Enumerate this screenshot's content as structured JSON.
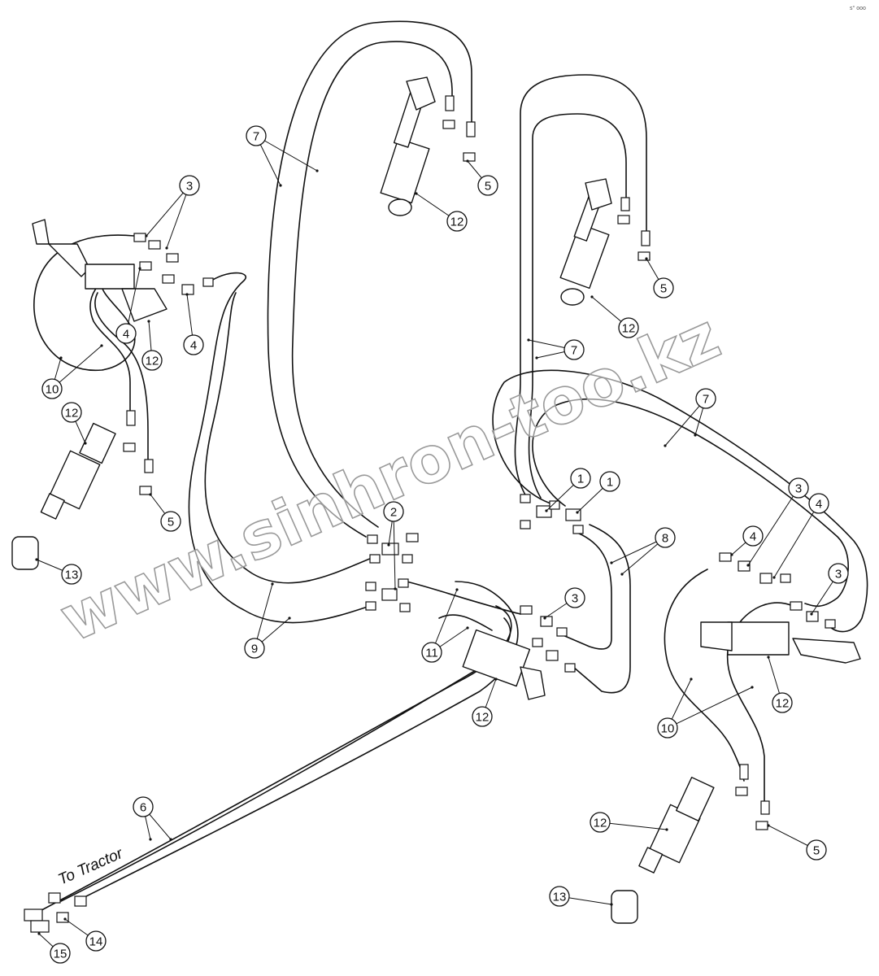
{
  "diagram": {
    "note": "To Tractor",
    "corner_mark": "s° ooo",
    "watermark": "www.sinhron-too.kz",
    "callouts": [
      {
        "id": "c7a",
        "label": "7"
      },
      {
        "id": "c5a",
        "label": "5"
      },
      {
        "id": "c12a",
        "label": "12"
      },
      {
        "id": "c3a",
        "label": "3"
      },
      {
        "id": "c4a",
        "label": "4"
      },
      {
        "id": "c12b",
        "label": "12"
      },
      {
        "id": "c4b",
        "label": "4"
      },
      {
        "id": "c10a",
        "label": "10"
      },
      {
        "id": "c12c",
        "label": "12"
      },
      {
        "id": "c5b",
        "label": "5"
      },
      {
        "id": "c13a",
        "label": "13"
      },
      {
        "id": "c5c",
        "label": "5"
      },
      {
        "id": "c12d",
        "label": "12"
      },
      {
        "id": "c7b",
        "label": "7"
      },
      {
        "id": "c7c",
        "label": "7"
      },
      {
        "id": "c1a",
        "label": "1"
      },
      {
        "id": "c1b",
        "label": "1"
      },
      {
        "id": "c2",
        "label": "2"
      },
      {
        "id": "c8",
        "label": "8"
      },
      {
        "id": "c3b",
        "label": "3"
      },
      {
        "id": "c4c",
        "label": "4"
      },
      {
        "id": "c4d",
        "label": "4"
      },
      {
        "id": "c3c",
        "label": "3"
      },
      {
        "id": "c3d",
        "label": "3"
      },
      {
        "id": "c9",
        "label": "9"
      },
      {
        "id": "c11",
        "label": "11"
      },
      {
        "id": "c12e",
        "label": "12"
      },
      {
        "id": "c12f",
        "label": "12"
      },
      {
        "id": "c10b",
        "label": "10"
      },
      {
        "id": "c6",
        "label": "6"
      },
      {
        "id": "c12g",
        "label": "12"
      },
      {
        "id": "c5d",
        "label": "5"
      },
      {
        "id": "c13b",
        "label": "13"
      },
      {
        "id": "c14",
        "label": "14"
      },
      {
        "id": "c15",
        "label": "15"
      }
    ]
  }
}
